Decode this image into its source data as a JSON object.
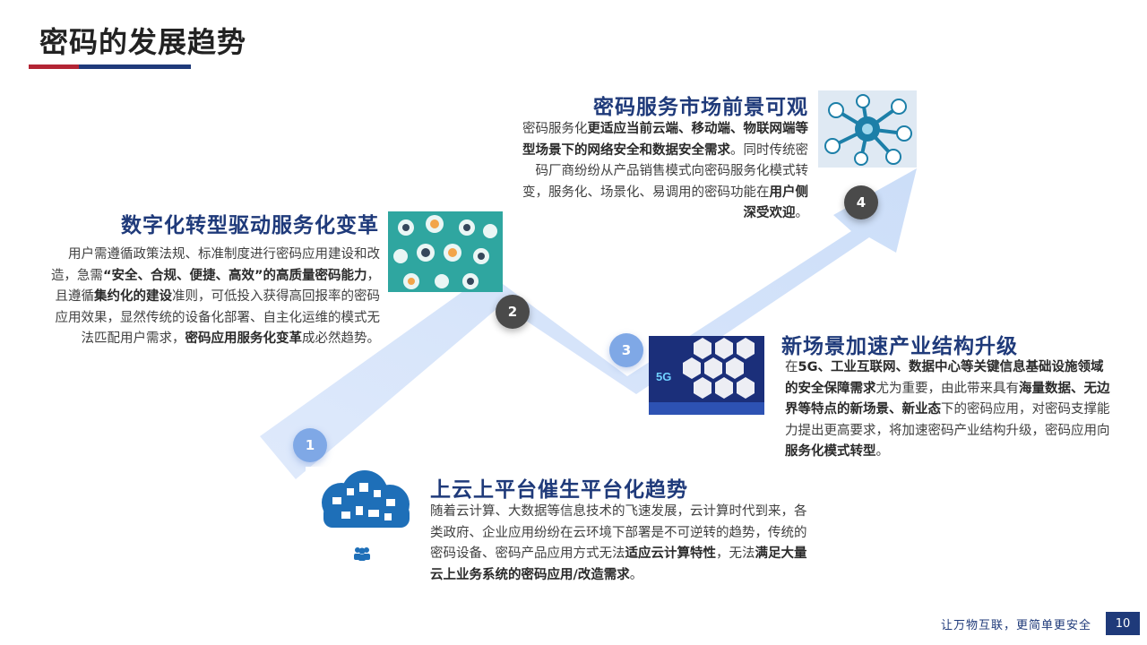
{
  "page": {
    "title": "密码的发展趋势"
  },
  "nodes": [
    {
      "number": "1"
    },
    {
      "number": "2"
    },
    {
      "number": "3"
    },
    {
      "number": "4"
    }
  ],
  "section2": {
    "title": "数字化转型驱动服务化变革",
    "paragraph": "用户需遵循政策法规、标准制度进行密码应用建设和改造，急需<b>“安全、合规、便捷、高效”的高质量密码能力</b>，且遵循<b>集约化的建设</b>准则，可低投入获得高回报率的密码应用效果，显然传统的设备化部署、自主化运维的模式无法匹配用户需求，<b>密码应用服务化变革</b>成必然趋势。"
  },
  "section4": {
    "title": "密码服务市场前景可观",
    "paragraph": "密码服务化<b>更适应当前云端、移动端、物联网端等型场景下的网络安全和数据安全需求</b>。同时传统密码厂商纷纷从产品销售模式向密码服务化模式转变，服务化、场景化、易调用的密码功能在<b>用户侧深受欢迎</b>。"
  },
  "section3": {
    "title": "新场景加速产业结构升级",
    "paragraph": "在<b>5G、工业互联网、数据中心等关键信息基础设施领域的安全保障需求</b>尤为重要，由此带来具有<b>海量数据、无边界等特点的新场景、新业态</b>下的密码应用，对密码支撑能力提出更高要求，将加速密码产业结构升级，密码应用向<b>服务化模式转型</b>。"
  },
  "section1": {
    "title": "上云上平台催生平台化趋势",
    "paragraph": "随着云计算、大数据等信息技术的飞速发展，云计算时代到来，各类政府、企业应用纷纷在云环境下部署是不可逆转的趋势，传统的密码设备、密码产品应用方式无法<b>适应云计算特性</b>，无法<b>满足大量云上业务系统的密码应用/改造需求</b>。"
  },
  "image_5g_label": "5G",
  "footer": {
    "slogan": "让万物互联，更简单更安全",
    "page_number": "10"
  },
  "colors": {
    "brand_blue": "#1f3a7a",
    "brand_red": "#b32434",
    "node_light": "#7fa8e6",
    "node_dark": "#4a4a4a"
  }
}
